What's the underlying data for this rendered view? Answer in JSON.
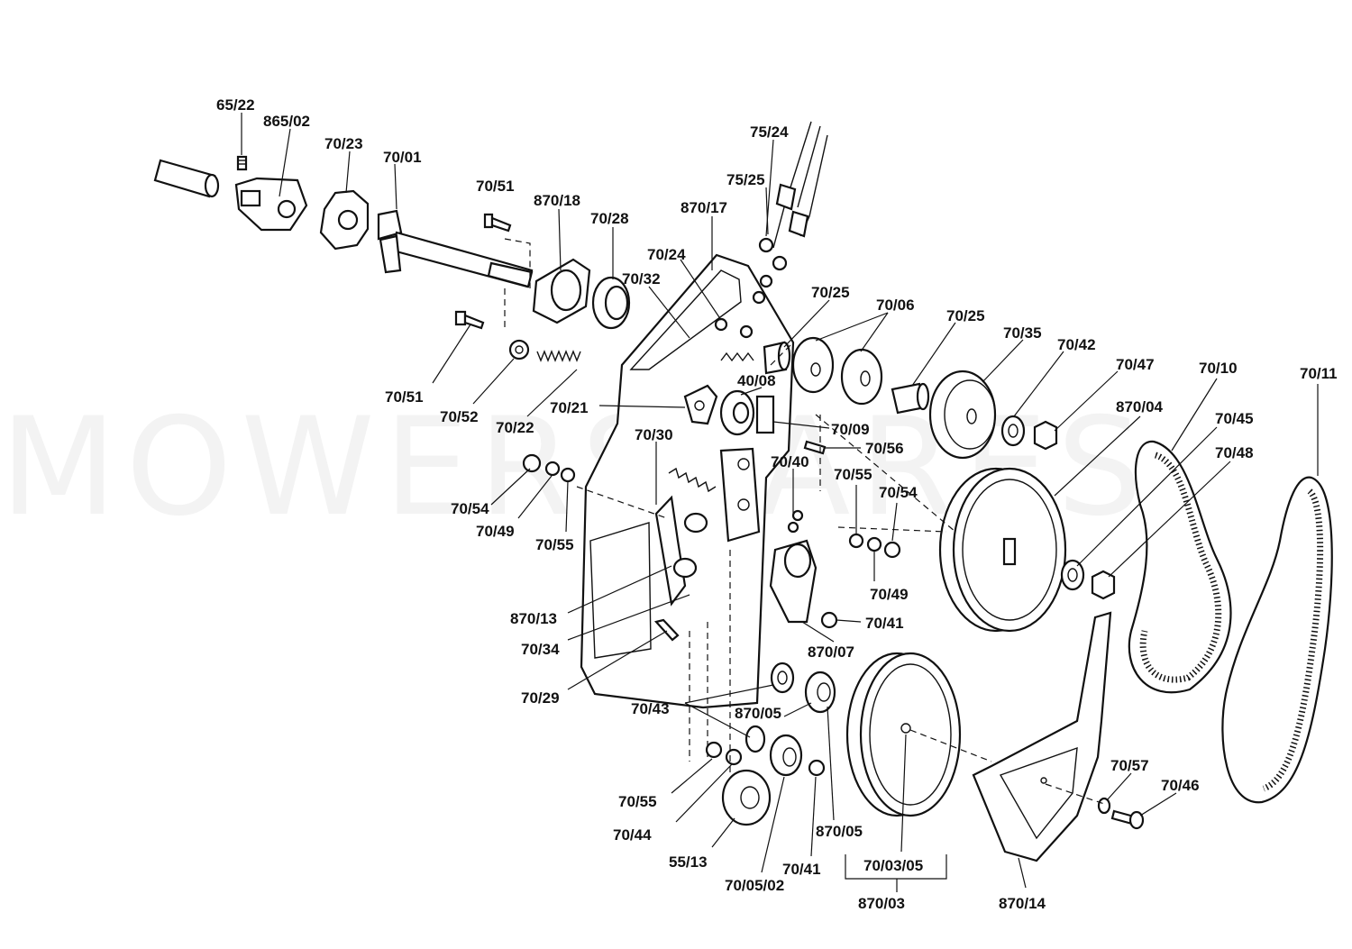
{
  "watermark": "MOWERSPARES",
  "labels": {
    "l_65_22": "65/22",
    "l_865_02": "865/02",
    "l_70_23": "70/23",
    "l_70_01": "70/01",
    "l_70_51_top": "70/51",
    "l_870_18": "870/18",
    "l_70_28": "70/28",
    "l_870_17": "870/17",
    "l_75_24": "75/24",
    "l_75_25": "75/25",
    "l_70_24": "70/24",
    "l_70_32": "70/32",
    "l_70_25_a": "70/25",
    "l_70_06": "70/06",
    "l_70_25_b": "70/25",
    "l_70_35": "70/35",
    "l_70_42": "70/42",
    "l_70_47": "70/47",
    "l_70_10": "70/10",
    "l_70_11": "70/11",
    "l_70_51_bottom": "70/51",
    "l_70_52": "70/52",
    "l_70_22": "70/22",
    "l_70_21": "70/21",
    "l_40_08": "40/08",
    "l_70_09": "70/09",
    "l_870_04": "870/04",
    "l_70_45": "70/45",
    "l_70_48": "70/48",
    "l_70_30": "70/30",
    "l_70_56": "70/56",
    "l_70_40": "70/40",
    "l_70_55_a": "70/55",
    "l_70_54_a": "70/54",
    "l_70_54_b": "70/54",
    "l_70_49_a": "70/49",
    "l_70_55_b": "70/55",
    "l_70_49_b": "70/49",
    "l_70_41_a": "70/41",
    "l_870_13": "870/13",
    "l_70_34": "70/34",
    "l_870_07": "870/07",
    "l_70_29": "70/29",
    "l_70_43": "70/43",
    "l_870_05_a": "870/05",
    "l_70_57": "70/57",
    "l_70_46": "70/46",
    "l_70_55_c": "70/55",
    "l_70_44": "70/44",
    "l_55_13": "55/13",
    "l_70_05_02": "70/05/02",
    "l_70_41_b": "70/41",
    "l_870_05_b": "870/05",
    "l_70_03_05": "70/03/05",
    "l_870_03": "870/03",
    "l_870_14": "870/14"
  }
}
